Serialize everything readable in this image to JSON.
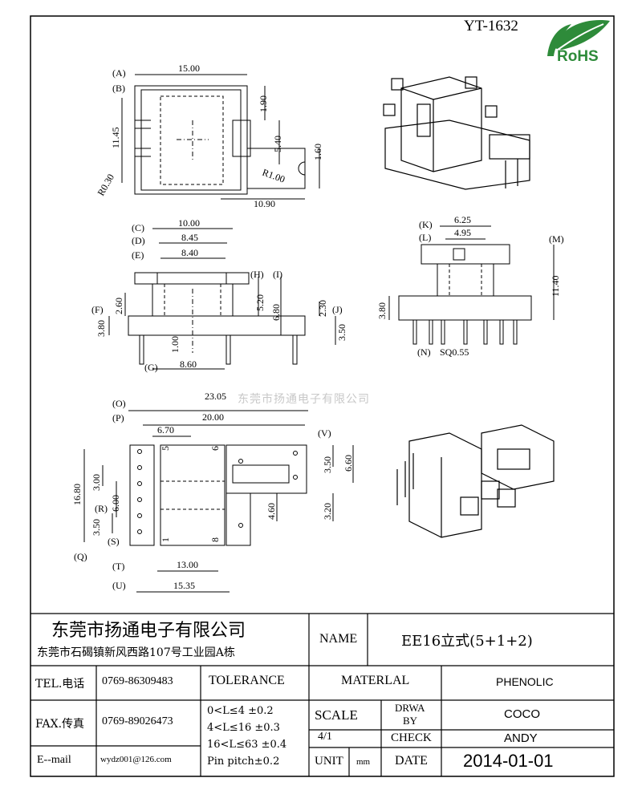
{
  "header": {
    "part_number": "YT-1632",
    "rohs": "RoHS"
  },
  "watermark": "东莞市扬通电子有限公司",
  "dims": {
    "A": "(A)",
    "B": "(B)",
    "C": "(C)",
    "D": "(D)",
    "E": "(E)",
    "F": "(F)",
    "G": "(G)",
    "H": "(H)",
    "I": "(I)",
    "J": "(J)",
    "K": "(K)",
    "L": "(L)",
    "M": "(M)",
    "N": "(N)",
    "O": "(O)",
    "P": "(P)",
    "Q": "(Q)",
    "R": "(R)",
    "S": "(S)",
    "T": "(T)",
    "U": "(U)",
    "V": "(V)",
    "top_15_00": "15.00",
    "top_11_45": "11.45",
    "top_1_90": "1.90",
    "top_5_40": "5.40",
    "top_1_60": "1.60",
    "top_r1_00": "R1.00",
    "top_r0_30": "R0.30",
    "top_10_90": "10.90",
    "front_10_00": "10.00",
    "front_8_45": "8.45",
    "front_8_40": "8.40",
    "front_2_60": "2.60",
    "front_5_20": "5.20",
    "front_6_80": "6.80",
    "front_2_30": "2.30",
    "front_3_80": "3.80",
    "front_1_00": "1.00",
    "front_3_50": "3.50",
    "front_8_60": "8.60",
    "side_6_25": "6.25",
    "side_4_95": "4.95",
    "side_11_40": "11.40",
    "side_3_80": "3.80",
    "side_sq": "SQ0.55",
    "bot_23_05": "23.05",
    "bot_20_00": "20.00",
    "bot_6_70": "6.70",
    "bot_16_80": "16.80",
    "bot_3_00": "3.00",
    "bot_6_00": "6.00",
    "bot_3_50a": "3.50",
    "bot_3_50b": "3.50",
    "bot_6_60": "6.60",
    "bot_4_60": "4.60",
    "bot_3_20": "3.20",
    "bot_13_00": "13.00",
    "bot_15_35": "15.35",
    "pin_5": "5",
    "pin_6": "6",
    "pin_1": "1",
    "pin_8": "8"
  },
  "title_block": {
    "company": "东莞市扬通电子有限公司",
    "address": "东莞市石碣镇新风西路107号工业园A栋",
    "name_label": "NAME",
    "name_value": "EE16立式(5+1+2)",
    "tel_label": "TEL.电话",
    "tel_value": "0769-86309483",
    "fax_label": "FAX.传真",
    "fax_value": "0769-89026473",
    "email_label": "E--mail",
    "email_value": "wydz001@126.com",
    "tolerance_label": "TOLERANCE",
    "tol_line1": "0<L≤4   ±0.2",
    "tol_line2": "4<L≤16  ±0.3",
    "tol_line3": "16<L≤63 ±0.4",
    "tol_line4": "Pin pitch±0.2",
    "material_label": "MATERLAL",
    "material_value": "PHENOLIC",
    "scale_label": "SCALE",
    "scale_value": "4/1",
    "drwa_label_1": "DRWA",
    "drwa_label_2": "BY",
    "drwa_value": "COCO",
    "check_label": "CHECK",
    "check_value": "ANDY",
    "unit_label": "UNIT",
    "unit_value": "mm",
    "date_label": "DATE",
    "date_value": "2014-01-01"
  },
  "colors": {
    "line": "#000000",
    "rohs_green": "#2e8b3a",
    "watermark": "#c8c8c8"
  }
}
